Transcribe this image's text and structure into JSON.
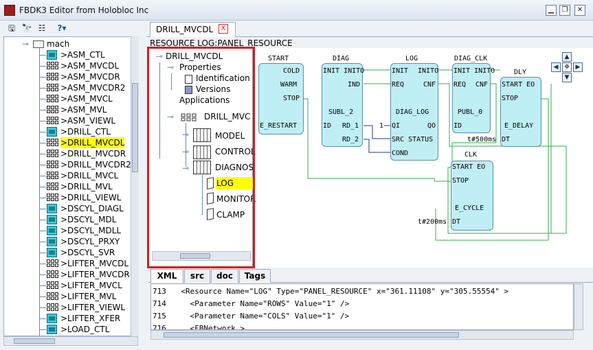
{
  "window": {
    "title": "FBDK3 Editor from Holobloc Inc"
  },
  "toolbar": {
    "help_label": "?"
  },
  "left_tree": {
    "root": "mach",
    "items": [
      {
        "label": ">ASM_CTL",
        "kind": "resource"
      },
      {
        "label": ">ASM_MVCDL",
        "kind": "fb"
      },
      {
        "label": ">ASM_MVCDR",
        "kind": "fb"
      },
      {
        "label": ">ASM_MVCDR2",
        "kind": "fb"
      },
      {
        "label": ">ASM_MVCL",
        "kind": "fb"
      },
      {
        "label": ">ASM_MVL",
        "kind": "fb"
      },
      {
        "label": ">ASM_VIEWL",
        "kind": "fb"
      },
      {
        "label": ">DRILL_CTL",
        "kind": "resource"
      },
      {
        "label": ">DRILL_MVCDL",
        "kind": "fb",
        "selected": true
      },
      {
        "label": ">DRILL_MVCDR",
        "kind": "fb"
      },
      {
        "label": ">DRILL_MVCDR2",
        "kind": "fb"
      },
      {
        "label": ">DRILL_MVCL",
        "kind": "fb"
      },
      {
        "label": ">DRILL_MVL",
        "kind": "fb"
      },
      {
        "label": ">DRILL_VIEWL",
        "kind": "fb"
      },
      {
        "label": ">DSCYL_DIAGL",
        "kind": "resource"
      },
      {
        "label": ">DSCYL_MDL",
        "kind": "resource"
      },
      {
        "label": ">DSCYL_MDLL",
        "kind": "resource"
      },
      {
        "label": ">DSCYL_PRXY",
        "kind": "resource"
      },
      {
        "label": ">DSCYL_SVR",
        "kind": "resource"
      },
      {
        "label": ">LIFTER_MVCDL",
        "kind": "fb"
      },
      {
        "label": ">LIFTER_MVCDR",
        "kind": "fb"
      },
      {
        "label": ">LIFTER_MVCL",
        "kind": "fb"
      },
      {
        "label": ">LIFTER_MVL",
        "kind": "fb"
      },
      {
        "label": ">LIFTER_VIEWL",
        "kind": "fb"
      },
      {
        "label": ">LIFTER_XFER",
        "kind": "resource"
      },
      {
        "label": ">LOAD_CTL",
        "kind": "resource"
      }
    ]
  },
  "editor_tab": {
    "label": "DRILL_MVCDL",
    "close": "X"
  },
  "resource_line": "RESOURCE LOG:PANEL_RESOURCE",
  "mid_tree": {
    "root": "DRILL_MVCDL",
    "properties": "Properties",
    "identification": "Identification",
    "versions": "Versions",
    "applications": "Applications",
    "app": "DRILL_MVC",
    "model": "MODEL",
    "control": "CONTROL",
    "diagnos": "DIAGNOS",
    "log": "LOG",
    "monitor": "MONITOR",
    "clamp": "CLAMP"
  },
  "diagram": {
    "start": {
      "name": "START",
      "ports": [
        "COLD",
        "WARM",
        "STOP"
      ],
      "type": "E_RESTART"
    },
    "diag": {
      "name": "DIAG",
      "ev": [
        "INIT INITO",
        "IND"
      ],
      "type": "SUBL_2",
      "data": [
        "ID",
        "RD_1",
        "RD_2"
      ]
    },
    "log": {
      "name": "LOG",
      "ev": [
        "INIT",
        "INITO",
        "REQ",
        "CNF"
      ],
      "type": "DIAG_LOG",
      "data": [
        "QI",
        "QO",
        "SRC STATUS",
        "COND"
      ],
      "const_qi": "1"
    },
    "diag_clk": {
      "name": "DIAG_CLK",
      "ev": [
        "INIT INITO",
        "REQ",
        "CNF"
      ],
      "type": "PUBL_0",
      "data": [
        "ID"
      ],
      "const": "t#500ms"
    },
    "dly": {
      "name": "DLY",
      "ev": [
        "START EO",
        "STOP"
      ],
      "type": "E_DELAY",
      "data": [
        "DT"
      ]
    },
    "clk": {
      "name": "CLK",
      "ev": [
        "START EO",
        "STOP"
      ],
      "type": "E_CYCLE",
      "data": [
        "DT"
      ],
      "const": "t#200ms"
    }
  },
  "bottom_tabs": [
    {
      "label": "XML",
      "active": true
    },
    {
      "label": "src"
    },
    {
      "label": "doc"
    },
    {
      "label": "Tags"
    }
  ],
  "code_lines": [
    {
      "n": "713",
      "text": "  <Resource Name=\"LOG\" Type=\"PANEL_RESOURCE\" x=\"361.11108\" y=\"305.55554\" >"
    },
    {
      "n": "714",
      "text": "    <Parameter Name=\"ROWS\" Value=\"1\" />"
    },
    {
      "n": "715",
      "text": "    <Parameter Name=\"COLS\" Value=\"1\" />"
    },
    {
      "n": "716",
      "text": "    <FBNetwork >"
    }
  ],
  "colors": {
    "selection": "#ffff00",
    "fb_fill": "#bfeef5",
    "connection": "#2fb24a",
    "highlight_box": "#d81b1b"
  }
}
